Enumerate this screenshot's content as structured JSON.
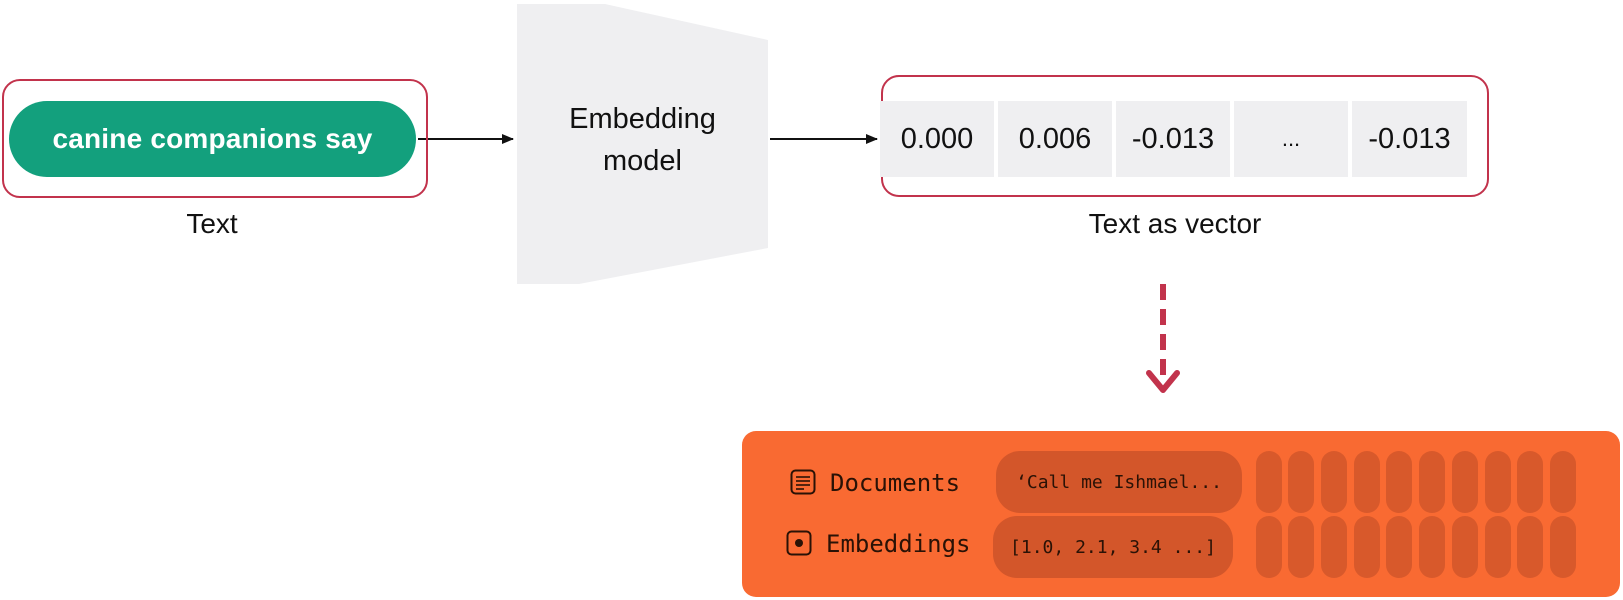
{
  "input": {
    "text": "canine companions say",
    "caption": "Text"
  },
  "model": {
    "line1": "Embedding",
    "line2": "model"
  },
  "vector": {
    "values": [
      "0.000",
      "0.006",
      "-0.013",
      "...",
      "-0.013"
    ],
    "caption": "Text as vector"
  },
  "database": {
    "documents_label": "Documents",
    "documents_value": "‘Call me Ishmael...",
    "embeddings_label": "Embeddings",
    "embeddings_value": "[1.0, 2.1, 3.4 ...]"
  },
  "colors": {
    "accent_red": "#c2334c",
    "pill_green": "#13a07d",
    "db_orange": "#f96a32"
  }
}
